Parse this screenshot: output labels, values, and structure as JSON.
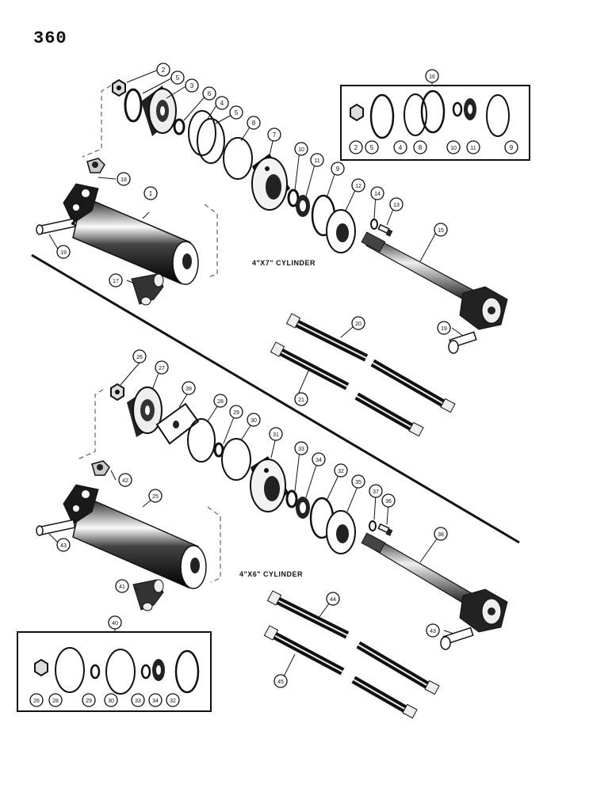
{
  "page_number": "360",
  "labels": {
    "cylinder_upper": "4\"X7\" CYLINDER",
    "cylinder_lower": "4\"X6\" CYLINDER"
  },
  "callouts": {
    "c2a": "2",
    "c5a": "5",
    "c3": "3",
    "c6": "6",
    "c4a": "4",
    "c5b": "5",
    "c8a": "8",
    "c7": "7",
    "c10a": "10",
    "c11a": "11",
    "c9a": "9",
    "c12": "12",
    "c14": "14",
    "c13": "13",
    "c18": "18",
    "c1": "1",
    "c19a": "19",
    "c17": "17",
    "c15": "15",
    "c19b": "19",
    "c16": "16",
    "k2": "2",
    "k5": "5",
    "k4": "4",
    "k8": "8",
    "k10": "10",
    "k11": "11",
    "k9": "9",
    "c20": "20",
    "c21": "21",
    "c26": "26",
    "c27": "27",
    "c39": "39",
    "c28": "28",
    "c29": "29",
    "c30": "30",
    "c31": "31",
    "c33": "33",
    "c34": "34",
    "c32": "32",
    "c35": "35",
    "c37": "37",
    "c36": "36",
    "c42": "42",
    "c25": "25",
    "c43a": "43",
    "c41": "41",
    "c38": "38",
    "c43b": "43",
    "c44": "44",
    "c45": "45",
    "c40": "40",
    "j26": "26",
    "j28": "28",
    "j29": "29",
    "j30": "30",
    "j33": "33",
    "j34": "34",
    "j32": "32"
  }
}
